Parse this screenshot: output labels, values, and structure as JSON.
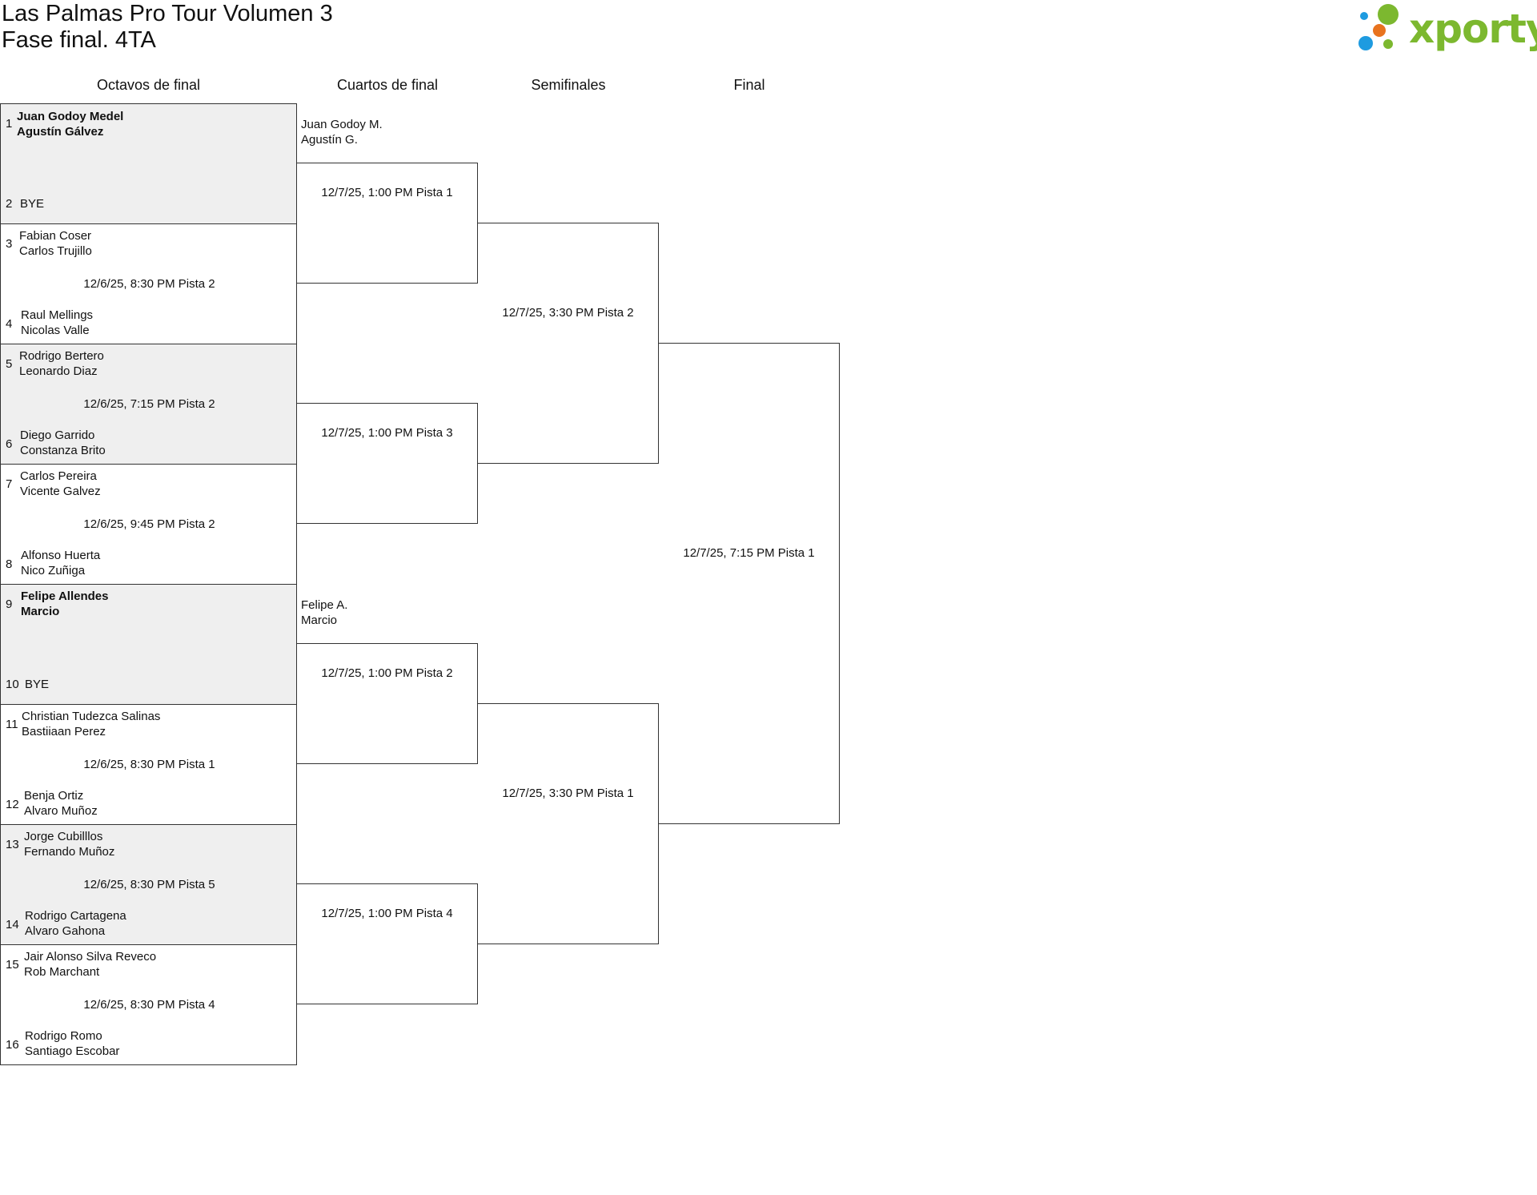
{
  "header": {
    "title_line1": "Las Palmas Pro Tour Volumen 3",
    "title_line2": "Fase final. 4TA",
    "logo_text": "xporty"
  },
  "colors": {
    "logo_green": "#7cb82f",
    "logo_blue": "#1e9be0",
    "logo_orange": "#e8731e",
    "shaded_row": "#efefef",
    "line": "#333333"
  },
  "rounds": [
    "Octavos de final",
    "Cuartos de final",
    "Semifinales",
    "Final"
  ],
  "octavos": [
    {
      "shaded": true,
      "top": {
        "seed": "1",
        "player1": "Juan Godoy Medel",
        "player2": "Agustín Gálvez",
        "bold": true
      },
      "info": "",
      "bottom": {
        "seed": "2",
        "player1": "BYE",
        "player2": "",
        "bold": false
      }
    },
    {
      "shaded": false,
      "top": {
        "seed": "3",
        "player1": "Fabian Coser",
        "player2": "Carlos Trujillo",
        "bold": false
      },
      "info": "12/6/25, 8:30 PM Pista 2",
      "bottom": {
        "seed": "4",
        "player1": "Raul Mellings",
        "player2": "Nicolas Valle",
        "bold": false
      }
    },
    {
      "shaded": true,
      "top": {
        "seed": "5",
        "player1": "Rodrigo Bertero",
        "player2": "Leonardo Diaz",
        "bold": false
      },
      "info": "12/6/25, 7:15 PM Pista 2",
      "bottom": {
        "seed": "6",
        "player1": "Diego Garrido",
        "player2": "Constanza Brito",
        "bold": false
      }
    },
    {
      "shaded": false,
      "top": {
        "seed": "7",
        "player1": "Carlos Pereira",
        "player2": "Vicente Galvez",
        "bold": false
      },
      "info": "12/6/25, 9:45 PM Pista 2",
      "bottom": {
        "seed": "8",
        "player1": "Alfonso Huerta",
        "player2": "Nico Zuñiga",
        "bold": false
      }
    },
    {
      "shaded": true,
      "top": {
        "seed": "9",
        "player1": "Felipe Allendes",
        "player2": "Marcio",
        "bold": true
      },
      "info": "",
      "bottom": {
        "seed": "10",
        "player1": "BYE",
        "player2": "",
        "bold": false
      }
    },
    {
      "shaded": false,
      "top": {
        "seed": "11",
        "player1": "Christian Tudezca Salinas",
        "player2": "Bastiiaan Perez",
        "bold": false
      },
      "info": "12/6/25, 8:30 PM Pista 1",
      "bottom": {
        "seed": "12",
        "player1": "Benja Ortiz",
        "player2": "Alvaro Muñoz",
        "bold": false
      }
    },
    {
      "shaded": true,
      "top": {
        "seed": "13",
        "player1": "Jorge Cubilllos",
        "player2": "Fernando Muñoz",
        "bold": false
      },
      "info": "12/6/25, 8:30 PM Pista 5",
      "bottom": {
        "seed": "14",
        "player1": "Rodrigo Cartagena",
        "player2": "Alvaro Gahona",
        "bold": false
      }
    },
    {
      "shaded": false,
      "top": {
        "seed": "15",
        "player1": "Jair Alonso Silva Reveco",
        "player2": "Rob Marchant",
        "bold": false
      },
      "info": "12/6/25, 8:30 PM Pista 4",
      "bottom": {
        "seed": "16",
        "player1": "Rodrigo Romo",
        "player2": "Santiago Escobar",
        "bold": false
      }
    }
  ],
  "cuartos": [
    {
      "info": "12/7/25, 1:00 PM Pista 1",
      "advanced": [
        "Juan Godoy M.",
        "Agustín G."
      ]
    },
    {
      "info": "12/7/25, 1:00 PM Pista 3",
      "advanced": []
    },
    {
      "info": "12/7/25, 1:00 PM Pista 2",
      "advanced": [
        "Felipe A.",
        "Marcio"
      ]
    },
    {
      "info": "12/7/25, 1:00 PM Pista 4",
      "advanced": []
    }
  ],
  "semis": [
    {
      "info": "12/7/25, 3:30 PM Pista 2"
    },
    {
      "info": "12/7/25, 3:30 PM Pista 1"
    }
  ],
  "final": {
    "info": "12/7/25, 7:15 PM Pista 1"
  }
}
